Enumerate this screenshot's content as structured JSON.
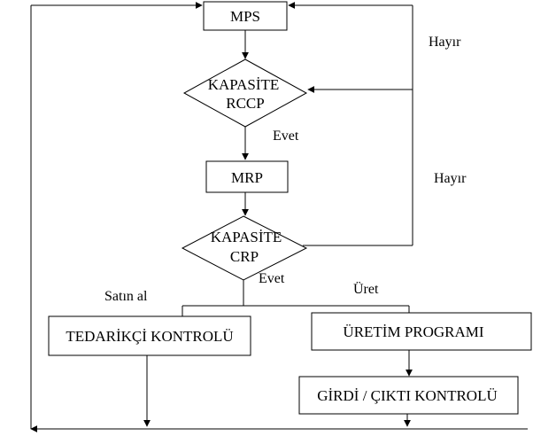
{
  "nodes": {
    "mps": "MPS",
    "rccp_line1": "KAPASİTE",
    "rccp_line2": "RCCP",
    "mrp": "MRP",
    "crp_line1": "KAPASİTE",
    "crp_line2": "CRP",
    "supplier_control": "TEDARİKÇİ KONTROLÜ",
    "production_program": "ÜRETİM PROGRAMI",
    "io_control": "GİRDİ / ÇIKTI KONTROLÜ"
  },
  "labels": {
    "no_top": "Hayır",
    "no_mid": "Hayır",
    "yes_rccp": "Evet",
    "yes_crp": "Evet",
    "buy": "Satın al",
    "make": "Üret"
  }
}
